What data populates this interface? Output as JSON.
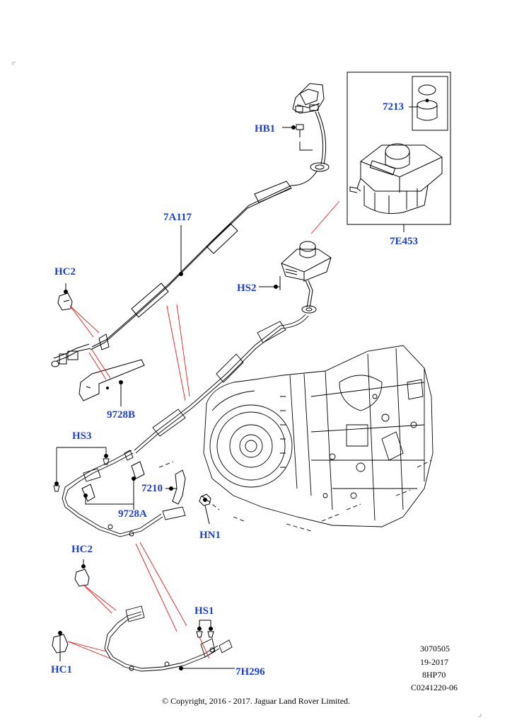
{
  "callouts": {
    "hb1": "HB1",
    "c7213": "7213",
    "c7e453": "7E453",
    "c7a117": "7A117",
    "hc2_top": "HC2",
    "hs2": "HS2",
    "c9728b": "9728B",
    "hs3": "HS3",
    "c7210": "7210",
    "c9728a": "9728A",
    "hn1": "HN1",
    "hc2_bottom": "HC2",
    "hs1": "HS1",
    "hc1": "HC1",
    "c7h296": "7H296"
  },
  "reference": {
    "line1": "3070505",
    "line2": "19-2017",
    "line3": "8HP70",
    "line4": "C0241220-06"
  },
  "copyright": "© Copyright, 2016 - 2017. Jaguar Land Rover Limited.",
  "colors": {
    "callout": "#1c3fd0",
    "leader": "#e02020",
    "line": "#000000"
  }
}
